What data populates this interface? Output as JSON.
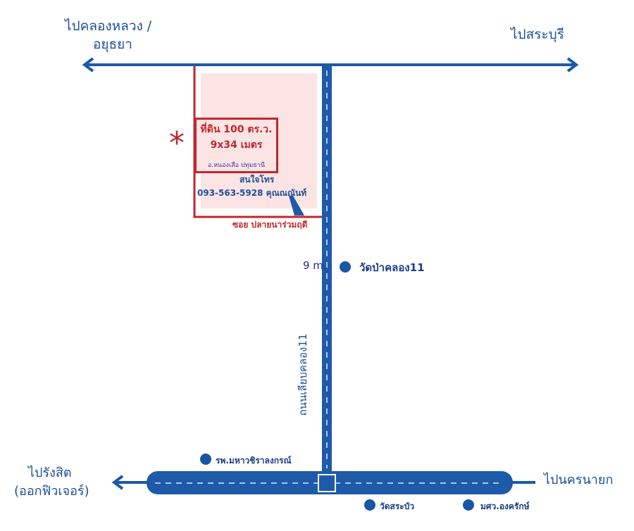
{
  "directions": {
    "top_left_line1": "ไปคลองหลวง /",
    "top_left_line2": "อยุธยา",
    "top_right": "ไปสระบุรี",
    "bottom_left_line1": "ไปรังสิต",
    "bottom_left_line2": "(ออกฟิวเจอร์)",
    "bottom_right": "ไปนครนายก"
  },
  "plot": {
    "title": "ที่ดิน 100 ตร.ว.",
    "size": "9x34 เมตร",
    "location": "อ.หนองเสือ ปทุมธานี",
    "contact_label": "สนใจโทร",
    "contact": "093-563-5928 คุณณณันท์",
    "soi": "ซอย ปลายนาร่วมฤดี"
  },
  "road": {
    "name": "ถนนเลียบคลอง11",
    "width": "9 m."
  },
  "landmarks": {
    "wat_pa": "วัดป่าคลอง11",
    "hospital": "รพ.มหาวชิราลงกรณ์",
    "wat_sabua": "วัดสระบัว",
    "university": "มศว.องครักษ์"
  },
  "colors": {
    "road": "#1d5aa8",
    "plot": "#c0272d",
    "plot_fill": "#fde4e4"
  }
}
